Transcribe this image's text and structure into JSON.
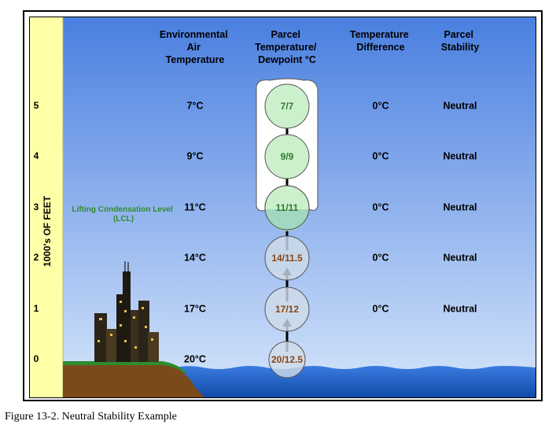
{
  "headers": {
    "env_temp": [
      "Environmental",
      "Air",
      "Temperature"
    ],
    "parcel": [
      "Parcel",
      "Temperature/",
      "Dewpoint °C"
    ],
    "diff": [
      "Temperature",
      "Difference"
    ],
    "stability": [
      "Parcel",
      "Stability"
    ]
  },
  "axis_label": "1000's OF FEET",
  "lcl_label": [
    "Lifting Condensation Level",
    "(LCL)"
  ],
  "levels": [
    {
      "altitude": "5",
      "env_temp": "7°C",
      "parcel": "7/7",
      "diff": "0°C",
      "stability": "Neutral"
    },
    {
      "altitude": "4",
      "env_temp": "9°C",
      "parcel": "9/9",
      "diff": "0°C",
      "stability": "Neutral"
    },
    {
      "altitude": "3",
      "env_temp": "11°C",
      "parcel": "11/11",
      "diff": "0°C",
      "stability": "Neutral"
    },
    {
      "altitude": "2",
      "env_temp": "14°C",
      "parcel": "14/11.5",
      "diff": "0°C",
      "stability": "Neutral"
    },
    {
      "altitude": "1",
      "env_temp": "17°C",
      "parcel": "17/12",
      "diff": "0°C",
      "stability": "Neutral"
    },
    {
      "altitude": "0",
      "env_temp": "20°C",
      "parcel": "20/12.5",
      "diff": "",
      "stability": ""
    }
  ],
  "caption": "Figure 13-2. Neutral Stability Example",
  "colors": {
    "sky_top": "#4a7fe0",
    "sky_bottom": "#cfe2fa",
    "axis_strip": "#ffffa8",
    "saturated_circle": "#ccefcc",
    "unsaturated_circle": "#d0dce8",
    "saturated_text": "#2e7d2e",
    "unsaturated_text": "#8b4513",
    "lcl_text": "#2e8b2e",
    "water": "#1e5fc4",
    "ground": "#7a4a1a",
    "grass": "#2e8b2e"
  }
}
